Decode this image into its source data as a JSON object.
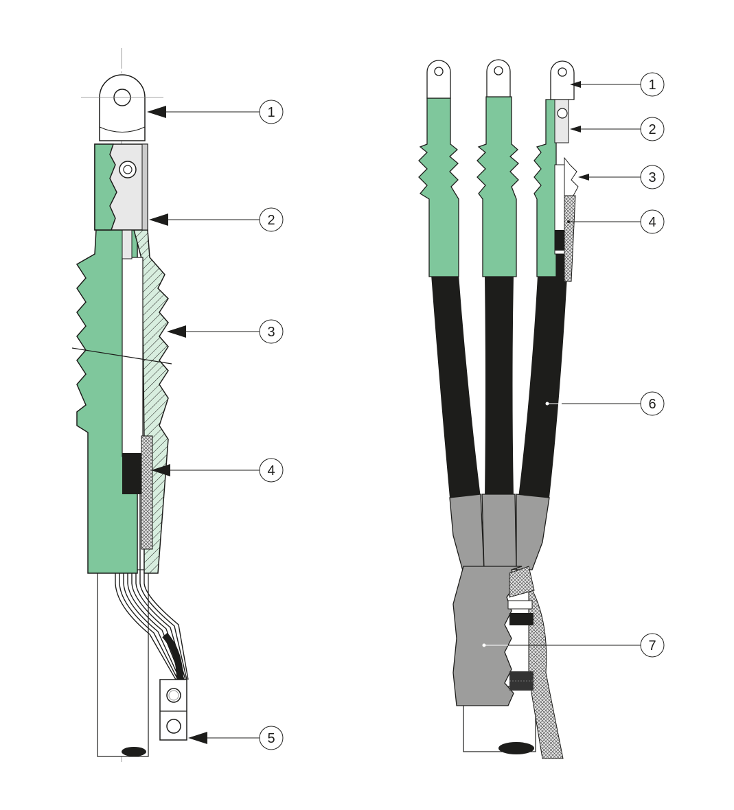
{
  "colors": {
    "insulation_green": "#7fc79c",
    "cable_black": "#1d1d1b",
    "breakout_gray": "#9d9d9c",
    "line": "#1d1d1b"
  },
  "left_diagram": {
    "callouts": [
      {
        "label": "1"
      },
      {
        "label": "2"
      },
      {
        "label": "3"
      },
      {
        "label": "4"
      },
      {
        "label": "5"
      }
    ]
  },
  "right_diagram": {
    "callouts": [
      {
        "label": "1"
      },
      {
        "label": "2"
      },
      {
        "label": "3"
      },
      {
        "label": "4"
      },
      {
        "label": "6"
      },
      {
        "label": "7"
      }
    ]
  }
}
